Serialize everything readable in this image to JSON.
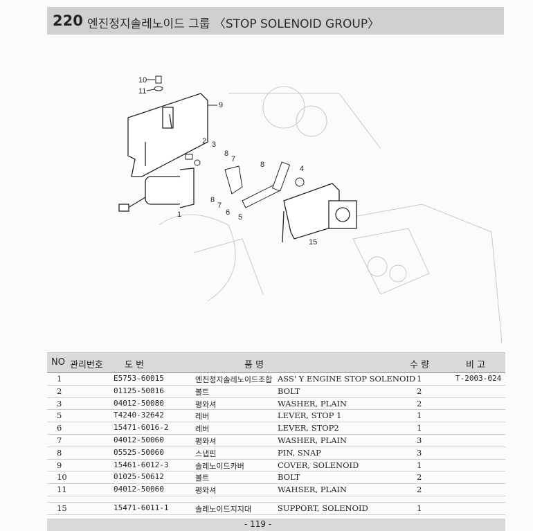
{
  "header": {
    "number": "220",
    "title": "엔진정지솔레노이드 그룹 〈STOP SOLENOID GROUP〉"
  },
  "diagram": {
    "callouts": [
      "10",
      "11",
      "9",
      "2",
      "3",
      "8",
      "7",
      "8",
      "4",
      "6",
      "8",
      "7",
      "5",
      "1",
      "15"
    ]
  },
  "table": {
    "headers": {
      "no": "NO",
      "mgmt": "관리번호",
      "drawing": "도   번",
      "name": "품          명",
      "qty": "수 량",
      "remarks": "비 고"
    },
    "rows": [
      {
        "no": "1",
        "part": "E5753-60015",
        "kr": "엔진정지솔레노이드조합",
        "en": "ASS' Y ENGINE STOP SOLENOID",
        "qty": "1",
        "remarks": "T-2003-024"
      },
      {
        "no": "2",
        "part": "01125-50816",
        "kr": "볼트",
        "en": "BOLT",
        "qty": "2",
        "remarks": ""
      },
      {
        "no": "3",
        "part": "04012-50080",
        "kr": "평와셔",
        "en": "WASHER, PLAIN",
        "qty": "2",
        "remarks": ""
      },
      {
        "no": "5",
        "part": "T4240-32642",
        "kr": "레버",
        "en": "LEVER, STOP 1",
        "qty": "1",
        "remarks": ""
      },
      {
        "no": "6",
        "part": "15471-6016-2",
        "kr": "레버",
        "en": "LEVER, STOP2",
        "qty": "1",
        "remarks": ""
      },
      {
        "no": "7",
        "part": "04012-50060",
        "kr": "평와셔",
        "en": "WASHER, PLAIN",
        "qty": "3",
        "remarks": ""
      },
      {
        "no": "8",
        "part": "05525-50060",
        "kr": "스냅핀",
        "en": "PIN, SNAP",
        "qty": "3",
        "remarks": ""
      },
      {
        "no": "9",
        "part": "15461-6012-3",
        "kr": "솔레노이드카버",
        "en": "COVER, SOLENOID",
        "qty": "1",
        "remarks": ""
      },
      {
        "no": "10",
        "part": "01025-50612",
        "kr": "볼트",
        "en": "BOLT",
        "qty": "2",
        "remarks": ""
      },
      {
        "no": "11",
        "part": "04012-50060",
        "kr": "평와셔",
        "en": "WAHSER, PLAIN",
        "qty": "2",
        "remarks": ""
      }
    ],
    "rows2": [
      {
        "no": "15",
        "part": "15471-6011-1",
        "kr": "솔레노이드지지대",
        "en": "SUPPORT, SOLENOID",
        "qty": "1",
        "remarks": ""
      }
    ]
  },
  "footer": {
    "page": "- 119 -"
  }
}
